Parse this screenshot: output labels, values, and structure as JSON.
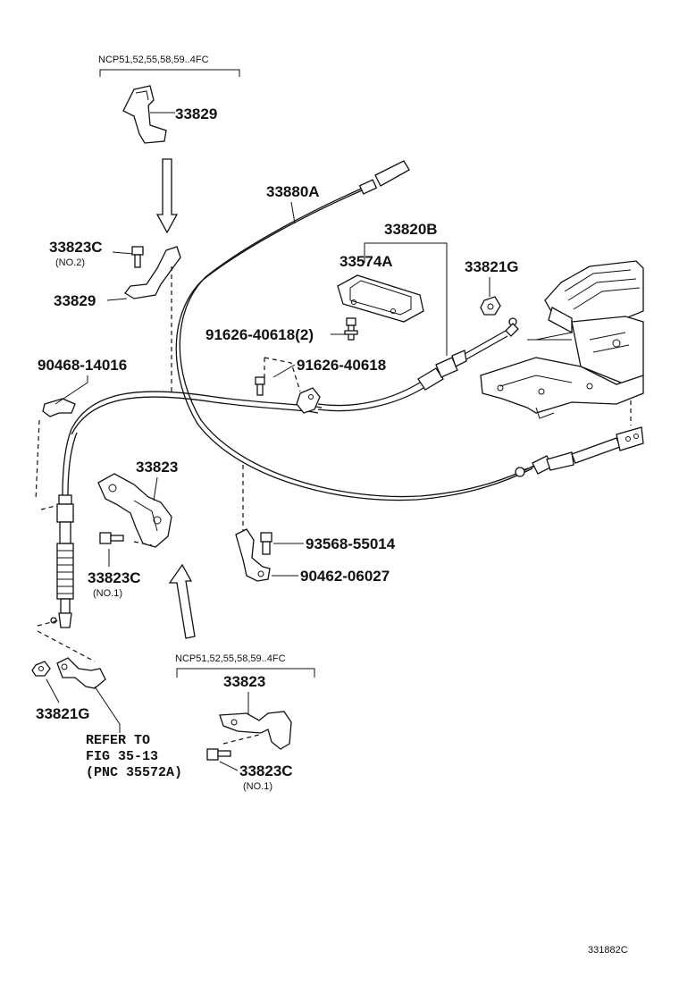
{
  "labels": {
    "top_bracket_note": "NCP51,52,55,58,59..4FC",
    "p33829_top": "33829",
    "p33823c_no2": "33823C",
    "no2": "(NO.2)",
    "p33829_mid": "33829",
    "p33880a": "33880A",
    "p33820b": "33820B",
    "p33574a": "33574A",
    "p33821g_top": "33821G",
    "p91626_2": "91626-40618(2)",
    "p91626": "91626-40618",
    "p90468": "90468-14016",
    "p33823_mid": "33823",
    "p33823c_no1_mid": "33823C",
    "no1_mid": "(NO.1)",
    "p93568": "93568-55014",
    "p90462": "90462-06027",
    "bottom_bracket_note": "NCP51,52,55,58,59..4FC",
    "p33823_bottom": "33823",
    "p33823c_no1_bottom": "33823C",
    "no1_bottom": "(NO.1)",
    "p33821g_bottom": "33821G",
    "refer_line1": "REFER TO",
    "refer_line2": "FIG 35-13",
    "refer_line3": "(PNC 35572A)",
    "figure_code": "331882C"
  }
}
